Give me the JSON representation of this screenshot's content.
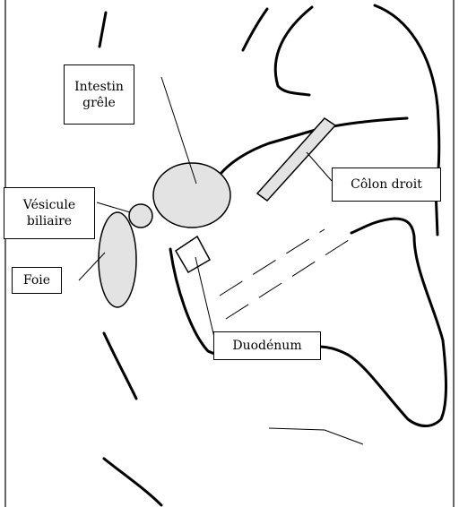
{
  "labels": {
    "intestin_grele": [
      "Intestin",
      "grêle"
    ],
    "vesicule_biliaire": [
      "Vésicule",
      "biliaire"
    ],
    "foie": "Foie",
    "colon_droit": "Côlon droit",
    "duodenum": "Duodénum"
  },
  "colors": {
    "organ_fill": "#e3e3e3",
    "stroke": "#000000",
    "background": "#ffffff"
  }
}
